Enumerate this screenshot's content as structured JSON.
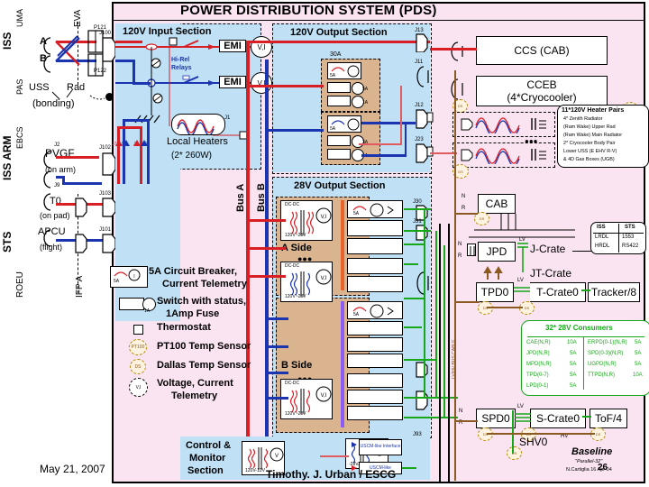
{
  "meta": {
    "title": "POWER DISTRIBUTION SYSTEM (PDS)",
    "date": "May 21, 2007",
    "author": "Timothy. J. Urban / ESCG",
    "baseline_1": "Baseline",
    "baseline_2": "\"Parallel-32\"",
    "baseline_3": "N.Cartiglia 16 Apr 04",
    "page_number": "26"
  },
  "left_interfaces": {
    "groups": [
      {
        "name": "ISS",
        "sublabels": [
          "UMA",
          "PAS"
        ]
      },
      {
        "name": "ISS ARM",
        "sublabels": [
          "EBCS"
        ]
      },
      {
        "name": "STS",
        "sublabels": []
      },
      {
        "name": "ROEU",
        "sublabels": []
      }
    ],
    "eva_label": "EVA",
    "ifp_label": "IFP A",
    "lines": [
      {
        "label": "A",
        "color": "#d81f26"
      },
      {
        "label": "B",
        "color": "#1b35b0"
      },
      {
        "label": "PVGF",
        "color": "#d81f26"
      },
      {
        "label": "(on arm)",
        "color": "#1b35b0"
      },
      {
        "label": "T0",
        "color": "#d81f26"
      },
      {
        "label": "(on pad)",
        "color": "#d81f26"
      },
      {
        "label": "APCU",
        "color": "#1b35b0"
      },
      {
        "label": "(flight)",
        "color": "#1b35b0"
      }
    ],
    "bonding_1": "USS",
    "bonding_2": "Rad",
    "bonding_3": "(bonding)",
    "connectors": [
      "P121",
      "P122",
      "J100",
      "J102",
      "J103",
      "J101"
    ],
    "pin_labels": [
      "J2",
      "J9"
    ]
  },
  "input_section": {
    "title": "120V Input Section",
    "relay_label_1": "Hi-Rel",
    "relay_label_2": "Relays",
    "emi_a": "EMI",
    "emi_b": "EMI",
    "vi_a": "V,I",
    "vi_b": "V,I",
    "heaters_1": "Local Heaters",
    "heaters_2": "(2* 260W)",
    "heater_conn": "J1"
  },
  "bus_labels": {
    "bus_a": "Bus A",
    "bus_b": "Bus B"
  },
  "output_120v": {
    "title": "120V Output Section",
    "module_label": "30A",
    "modules": [
      {
        "breaker": "5A",
        "fuses": [
          "5A",
          "1A"
        ]
      },
      {
        "breaker": "5A",
        "fuses": [
          "3A",
          "1A"
        ]
      }
    ],
    "connectors": [
      "J13",
      "J11",
      "J12",
      "J23"
    ]
  },
  "output_28v": {
    "title": "28V Output Section",
    "a_side": "A Side",
    "b_side": "B Side",
    "dcdc_label": "DC-DC",
    "dcdc_ratio": "120V~28V",
    "vi": "V,I",
    "breaker": "5A",
    "ellipsis": "●●●",
    "connectors": [
      "J30",
      "J31",
      "J93",
      "J93"
    ]
  },
  "control_section": {
    "line1": "Control &",
    "line2": "Monitor",
    "line3": "Section",
    "conv_left": "120V-12V",
    "conv_right": "-28V/4V",
    "uscm_1": "USCM-like Interface",
    "uscm_2": "USCM-like"
  },
  "legend": {
    "items": [
      {
        "icon": "circuit-breaker-icon",
        "l1": "5A Circuit Breaker,",
        "l2": "Current Telemetry",
        "sub": "5A"
      },
      {
        "icon": "switch-fuse-icon",
        "l1": "Switch with status,",
        "l2": "1Amp Fuse",
        "sub": "1A"
      },
      {
        "icon": "thermostat-icon",
        "l1": "Thermostat",
        "l2": "",
        "sub": ""
      },
      {
        "icon": "pt100-icon",
        "l1": "PT100 Temp Sensor",
        "l2": "",
        "sub": "PT100"
      },
      {
        "icon": "dallas-icon",
        "l1": "Dallas Temp Sensor",
        "l2": "",
        "sub": "DS"
      },
      {
        "icon": "voltage-current-icon",
        "l1": "Voltage, Current",
        "l2": "Telemetry",
        "sub": "V,I"
      }
    ]
  },
  "right_loads": {
    "ccs": "CCS (CAB)",
    "cceb_1": "CCEB",
    "cceb_2": "(4*Cryocooler)",
    "cab": "CAB",
    "jpd": "JPD",
    "jcrate": "J-Crate",
    "jtcrate": "JT-Crate",
    "tpd0": "TPD0",
    "tcrate0": "T-Crate0",
    "tracker": "Tracker/8",
    "spd0": "SPD0",
    "scrate0": "S-Crate0",
    "tof": "ToF/4",
    "shv0": "SHV0",
    "lv_labels": [
      "LV",
      "LV",
      "LV",
      "HV"
    ],
    "nr_labels": [
      "N",
      "R"
    ]
  },
  "heater_pairs_box": {
    "title": "11*120V Heater Pairs",
    "lines": [
      "4* Zenith Radiator",
      "(Ram Wake) Upper Rad",
      "(Ram Wake) Main Radiator",
      "2* Cryocooler Body Pair",
      "Lower USS (E EHV R-V)",
      "&  4D Gas Boxes (UGB)"
    ]
  },
  "data_table": {
    "headers": [
      "ISS",
      "STS"
    ],
    "rows": [
      [
        "LRDL",
        "1553"
      ],
      [
        "HRDL",
        "RS422"
      ]
    ]
  },
  "consumers_box": {
    "title": "32* 28V Consumers",
    "left_col": [
      {
        "name": "CAE(N,R)",
        "amps": "10A"
      },
      {
        "name": "JPD(N,R)",
        "amps": "5A"
      },
      {
        "name": "MPD(N,R)",
        "amps": "5A"
      },
      {
        "name": "TPD(0-7)",
        "amps": "5A"
      },
      {
        "name": "LPD(0-1)",
        "amps": "5A"
      }
    ],
    "right_col": [
      {
        "name": "ERPD(0-1)(N,R)",
        "amps": "5A"
      },
      {
        "name": "SPD(0-3)(N,R)",
        "amps": "5A"
      },
      {
        "name": "UGPD(N,R)",
        "amps": "5A"
      },
      {
        "name": "TTPD(N,R)",
        "amps": "10A"
      }
    ]
  },
  "bus_cable_label": "LV/HV BUS CABLE",
  "colors": {
    "red": "#d81f26",
    "blue": "#1b35b0",
    "green": "#17a81a",
    "brown": "#8b5a22",
    "pink_bg": "#fbe4f2",
    "blue_bg": "#bfe0f5",
    "tan_bg": "#d9b48f"
  }
}
